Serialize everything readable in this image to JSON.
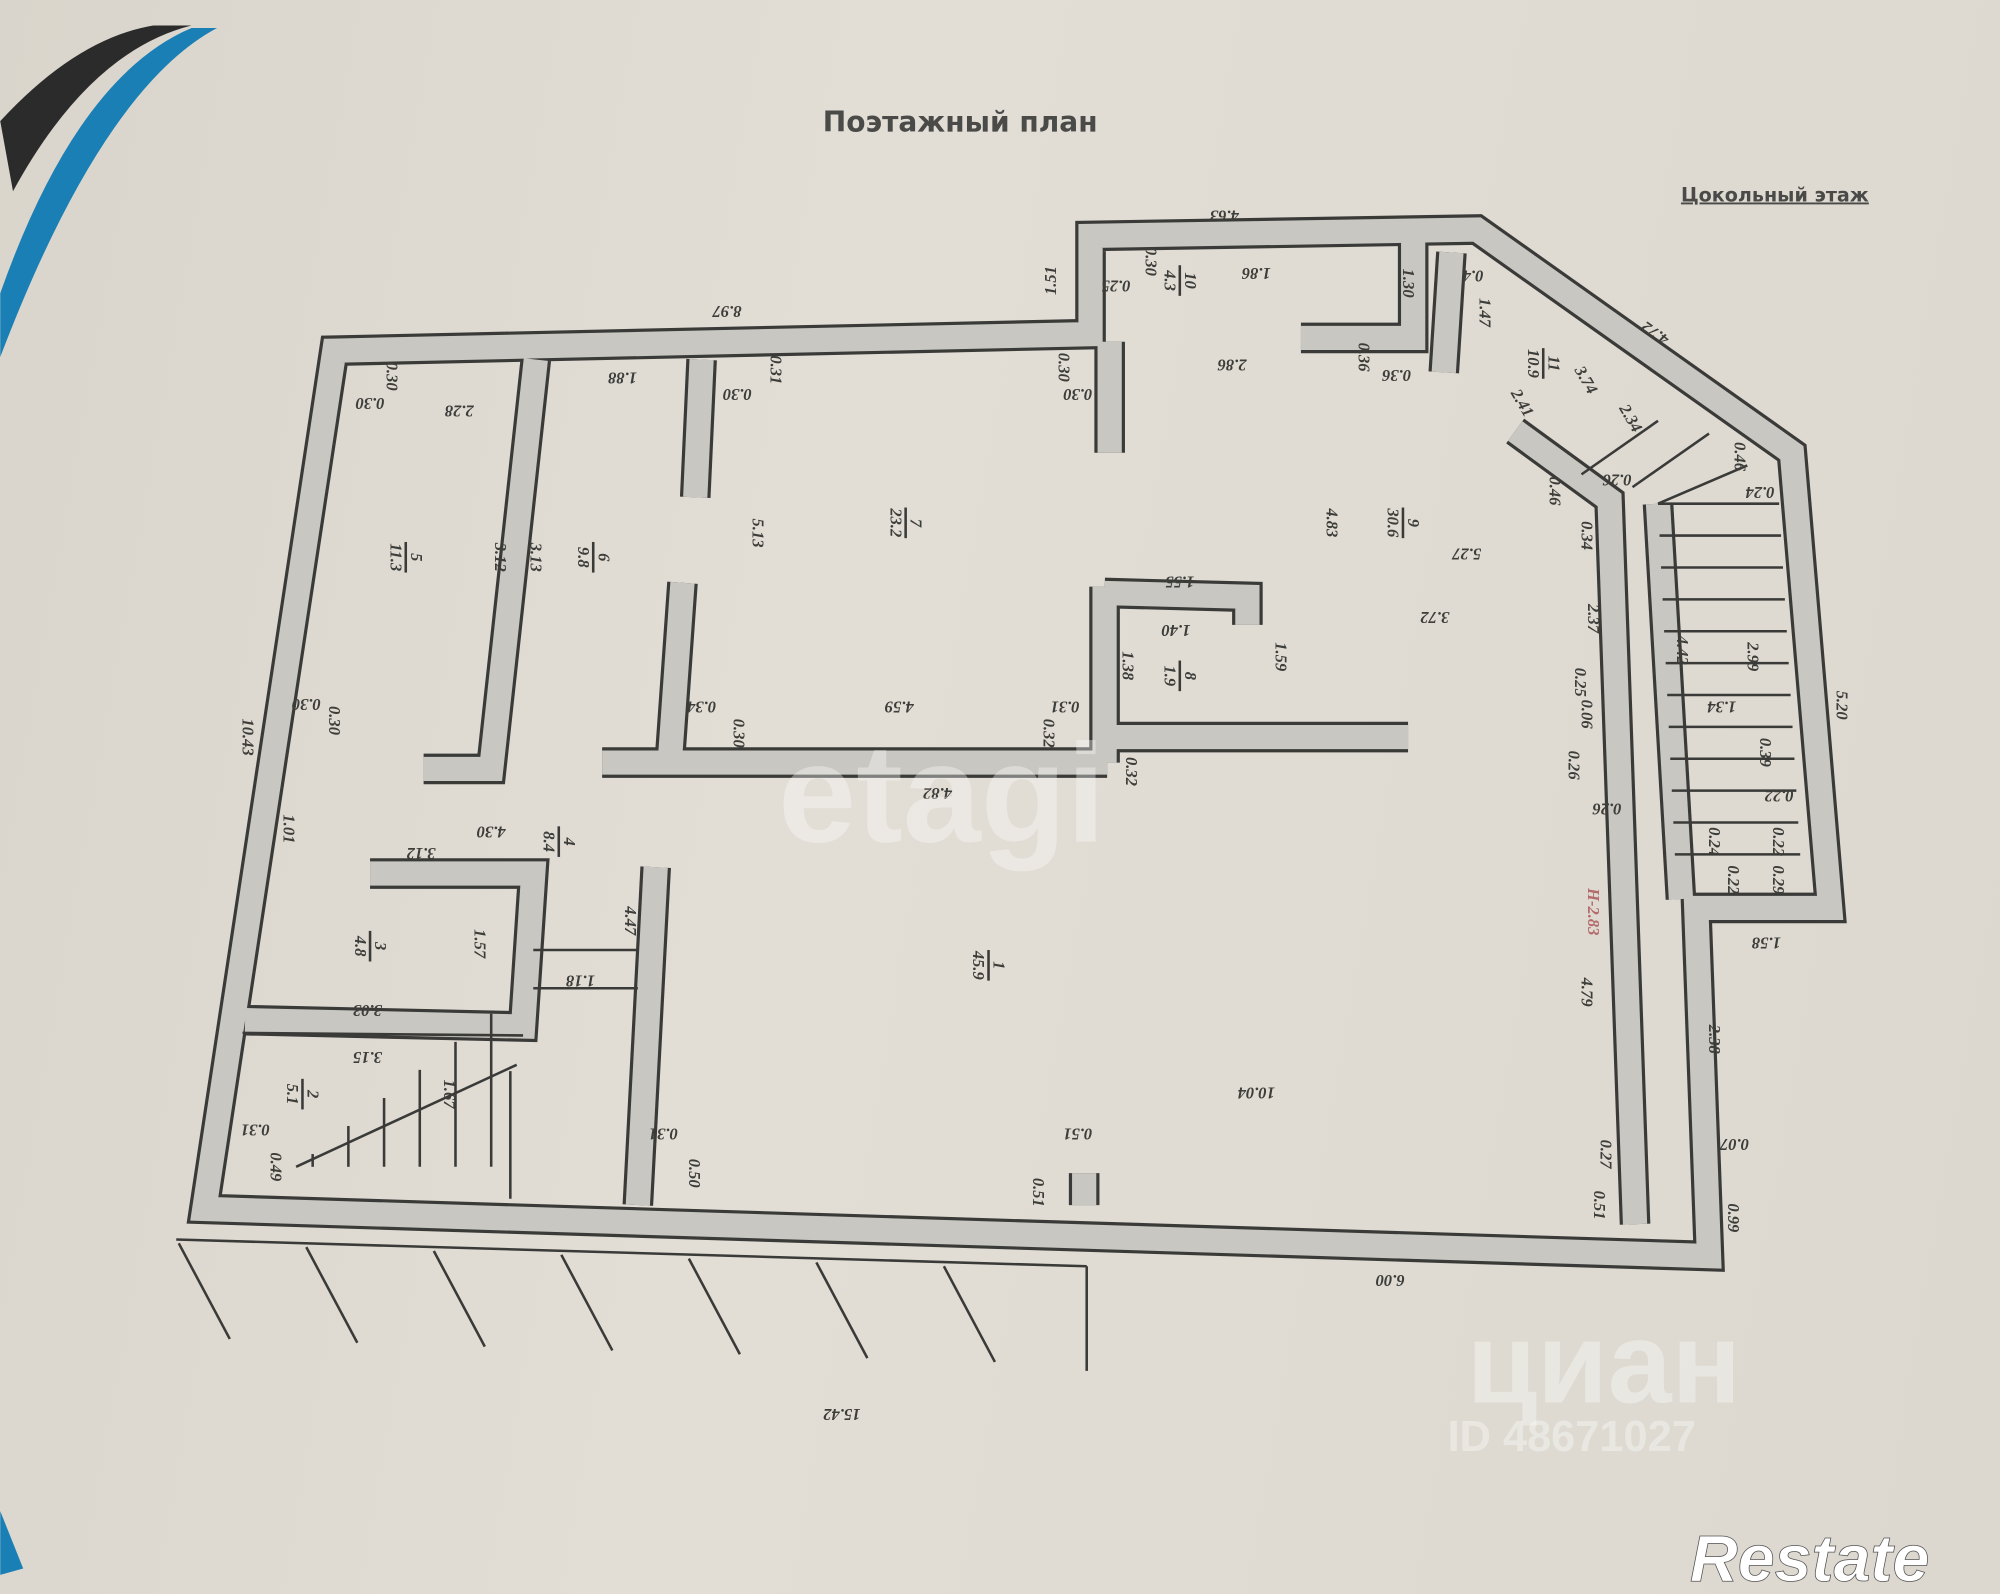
{
  "header": {
    "title": "Поэтажный план",
    "floor": "Цокольный этаж"
  },
  "rooms": [
    {
      "number": "1",
      "area": "45.9"
    },
    {
      "number": "2",
      "area": "5.1"
    },
    {
      "number": "3",
      "area": "4.8"
    },
    {
      "number": "4",
      "area": "8.4"
    },
    {
      "number": "5",
      "area": "11.3"
    },
    {
      "number": "6",
      "area": "9.8"
    },
    {
      "number": "7",
      "area": "23.2"
    },
    {
      "number": "8",
      "area": "1.9"
    },
    {
      "number": "9",
      "area": "30.6"
    },
    {
      "number": "10",
      "area": "4.3"
    },
    {
      "number": "11",
      "area": "10.9"
    }
  ],
  "dimensions": [
    "4.63",
    "8.97",
    "1.51",
    "4.72",
    "0.30",
    "0.30",
    "2.28",
    "1.88",
    "0.31",
    "0.30",
    "0.30",
    "0.30",
    "0.30",
    "0.25",
    "1.86",
    "1.30",
    "2.86",
    "0.36",
    "0.36",
    "0.4",
    "1.47",
    "3.74",
    "2.41",
    "2.34",
    "0.26",
    "0.46",
    "0.24",
    "0.46",
    "0.34",
    "4.83",
    "5.27",
    "3.72",
    "3.12",
    "3.13",
    "5.13",
    "1.55",
    "1.40",
    "1.59",
    "1.38",
    "2.37",
    "4.42",
    "2.99",
    "1.34",
    "5.20",
    "0.30",
    "0.30",
    "10.43",
    "0.34",
    "0.30",
    "4.59",
    "0.31",
    "0.32",
    "0.25",
    "0.06",
    "0.26",
    "0.26",
    "0.39",
    "0.22",
    "4.82",
    "0.32",
    "1.01",
    "4.30",
    "3.12",
    "0.24",
    "0.22",
    "0.22",
    "0.29",
    "4.47",
    "1.58",
    "1.57",
    "1.18",
    "3.03",
    "4.79",
    "2.38",
    "3.15",
    "1.67",
    "10.04",
    "0.31",
    "0.49",
    "0.31",
    "0.50",
    "0.51",
    "0.51",
    "0.27",
    "0.07",
    "0.51",
    "0.99",
    "6.00",
    "15.42"
  ],
  "ceiling_height": "H-2.83",
  "watermarks": {
    "etagi": "etagi",
    "cian": "циан",
    "cian_id": "ID 48671027",
    "restate": "Restate"
  },
  "colors": {
    "wall_fill": "#c8c7c1",
    "wall_line": "#3a3a38",
    "paper": "#dcd8cf",
    "stripe_blue": "#1a7fb5",
    "stripe_dark": "#2b2b2b"
  }
}
